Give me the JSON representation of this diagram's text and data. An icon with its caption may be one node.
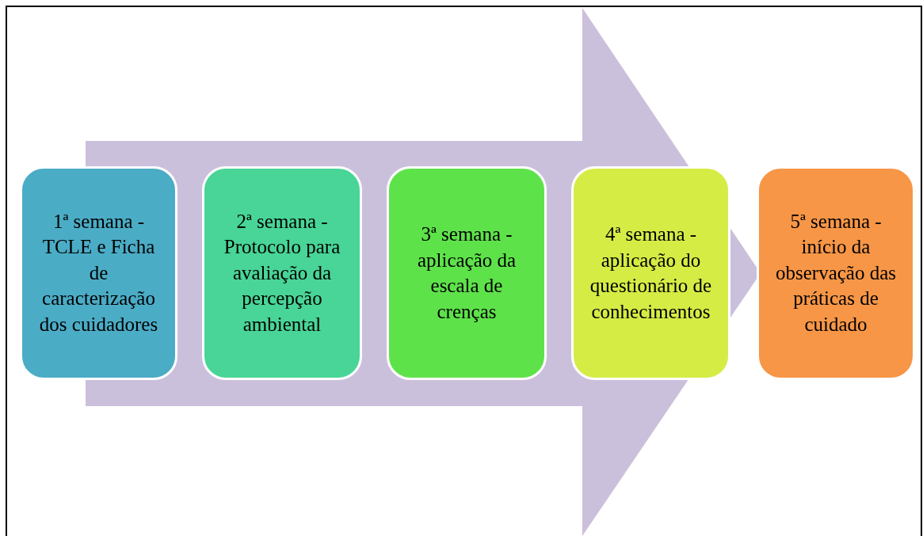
{
  "diagram": {
    "nodes": [
      {
        "text": [
          "1ª semana - TCLE e Ficha de caracterização dos cuidadores"
        ]
      },
      {
        "text": [
          "2ª semana - Protocolo para avaliação da percepção ambiental"
        ]
      },
      {
        "text": [
          "3ª semana - aplicação da escala de crenças"
        ]
      },
      {
        "text": [
          "4ª semana - aplicação do questionário de conhecimentos"
        ]
      },
      {
        "text": [
          "5ª semana - início da observação das práticas de cuidado"
        ]
      }
    ],
    "edges": [
      {
        "from": 0,
        "to": 4,
        "arrow": "to"
      }
    ]
  }
}
